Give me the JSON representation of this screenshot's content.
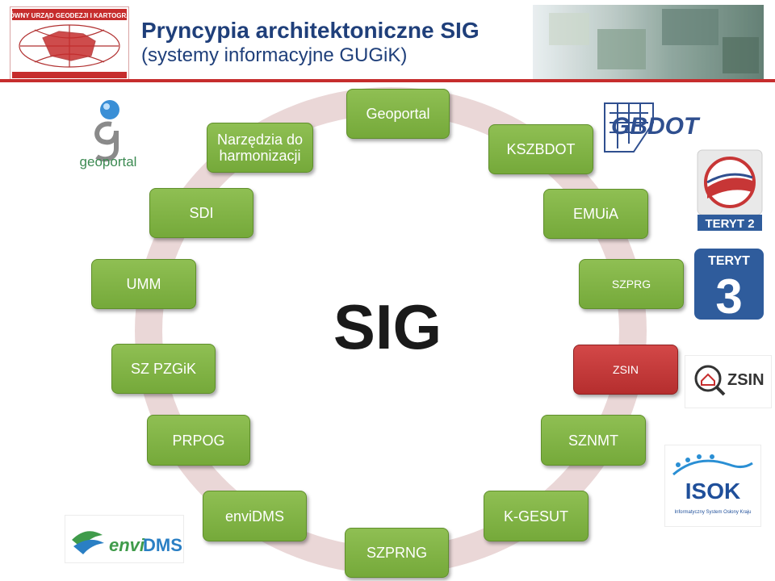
{
  "header": {
    "org_logo_text": "GŁÓWNY URZĄD GEODEZJI I KARTOGRAFII",
    "title": "Pryncypia architektoniczne SIG",
    "subtitle": "(systemy informacyjne GUGiK)"
  },
  "center_label": "SIG",
  "nodes": [
    {
      "id": "geoportal",
      "label": "Geoportal"
    },
    {
      "id": "narzedzia",
      "label": "Narzędzia do harmonizacji"
    },
    {
      "id": "kszbdot",
      "label": "KSZBDOT"
    },
    {
      "id": "sdi",
      "label": "SDI"
    },
    {
      "id": "emuia",
      "label": "EMUiA"
    },
    {
      "id": "umm",
      "label": "UMM"
    },
    {
      "id": "szprg",
      "label": "SZPRG"
    },
    {
      "id": "szpzgik",
      "label": "SZ PZGiK"
    },
    {
      "id": "zsin",
      "label": "ZSIN"
    },
    {
      "id": "prpog",
      "label": "PRPOG"
    },
    {
      "id": "sznmt",
      "label": "SZNMT"
    },
    {
      "id": "envidms",
      "label": "enviDMS"
    },
    {
      "id": "kgesut",
      "label": "K-GESUT"
    },
    {
      "id": "szprng",
      "label": "SZPRNG"
    }
  ],
  "logos": {
    "geoportal": "geoportal",
    "gbdot": "GBDOT",
    "teryt2": "TERYT 2",
    "teryt3_top": "TERYT",
    "teryt3_num": "3",
    "zsin": "ZSIN",
    "isok": "ISOK",
    "isok_sub": "Informatyczny System Osłony Kraju",
    "envidms_a": "envi",
    "envidms_b": "DMS"
  },
  "colors": {
    "node_green": "#80b347",
    "node_red": "#c23b3b",
    "title_blue": "#1f3f7a",
    "ring": "#e3c9c9",
    "header_bar": "#c62d2d"
  }
}
